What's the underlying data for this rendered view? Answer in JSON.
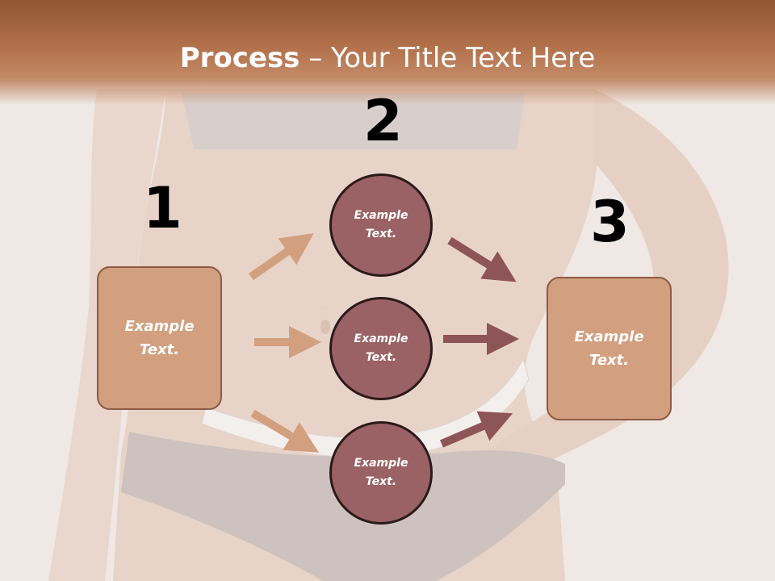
{
  "title": {
    "bold": "Process",
    "rest": " – Your Title Text Here"
  },
  "steps": {
    "one": {
      "number": "1",
      "text": "Example\nText."
    },
    "two": {
      "number": "2",
      "circles": [
        {
          "text": "Example\nText."
        },
        {
          "text": "Example\nText."
        },
        {
          "text": "Example\nText."
        }
      ]
    },
    "three": {
      "number": "3",
      "text": "Example\nText."
    }
  },
  "colors": {
    "title_bar": "#b2714b",
    "box_fill": "#d29f7f",
    "circle_fill": "#9a6264",
    "arrow_left": "#d29f7f",
    "arrow_right": "#8e5558"
  }
}
